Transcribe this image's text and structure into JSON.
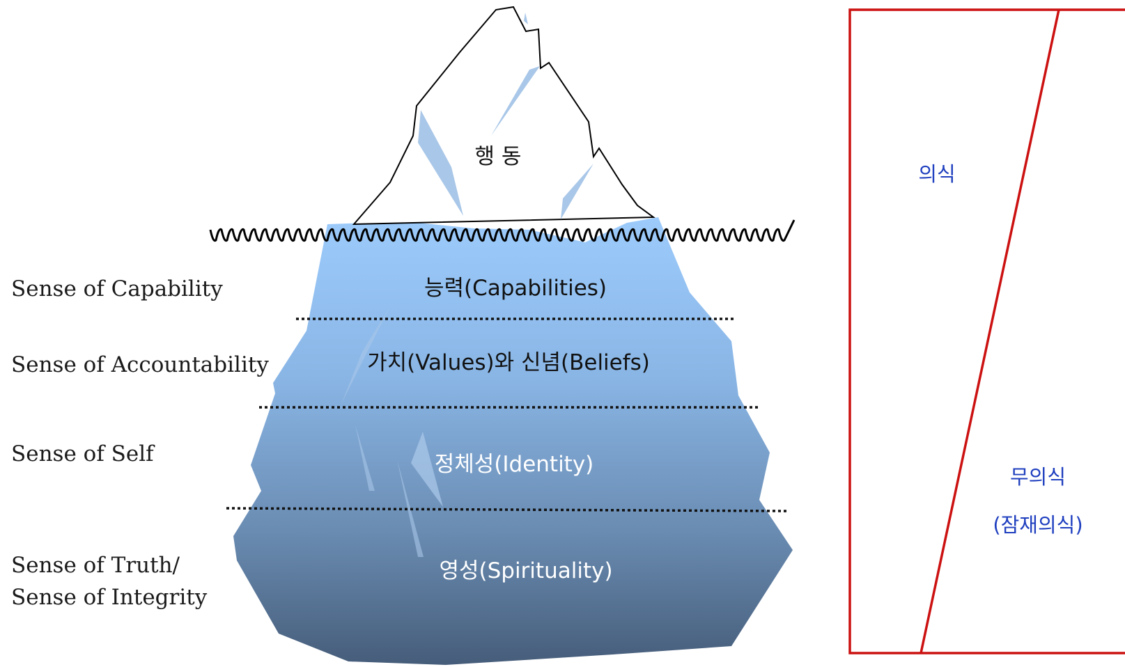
{
  "behavior_label": "행 동",
  "layers": [
    {
      "label": "능력(Capabilities)",
      "color": "#111111"
    },
    {
      "label": "가치(Values)와 신념(Beliefs)",
      "color": "#111111"
    },
    {
      "label": "정체성(Identity)",
      "color": "#ffffff"
    },
    {
      "label": "영성(Spirituality)",
      "color": "#ffffff"
    }
  ],
  "side_labels": [
    "Sense of Capability",
    "Sense of Accountability",
    "Sense of Self",
    "Sense of Truth/",
    "Sense of Integrity"
  ],
  "panel": {
    "conscious": "의식",
    "unconscious": "무의식",
    "subconscious": "(잠재의식)"
  },
  "colors": {
    "ice_top": "#9ccbfb",
    "ice_bottom": "#465d7a",
    "facet": "#a9c7e8",
    "panel_border": "#cc1111",
    "panel_text": "#1f3fbf"
  }
}
